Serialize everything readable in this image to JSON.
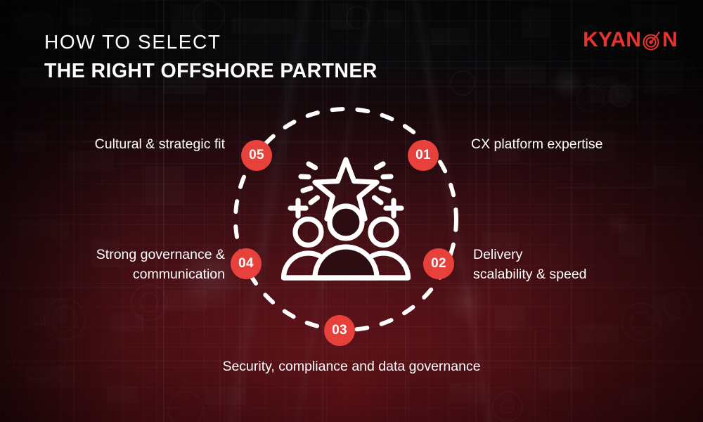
{
  "header": {
    "title_line1": "HOW TO SELECT",
    "title_line2": "THE RIGHT OFFSHORE PARTNER"
  },
  "logo": {
    "text_before": "KYAN",
    "text_after": "N",
    "full_text": "KYANON",
    "icon": "bullseye-target-arrow",
    "color": "#e8332e"
  },
  "diagram": {
    "center_icon": "team-with-star-icon",
    "circle_style": "dashed",
    "circle_color": "#ffffff",
    "badge_color": "#e8413c",
    "badge_text_color": "#ffffff",
    "items": [
      {
        "number": "01",
        "label": "CX platform expertise",
        "side": "right"
      },
      {
        "number": "02",
        "label": "Delivery\nscalability & speed",
        "side": "right"
      },
      {
        "number": "03",
        "label": "Security, compliance and data governance",
        "side": "bottom"
      },
      {
        "number": "04",
        "label": "Strong governance &\ncommunication",
        "side": "left"
      },
      {
        "number": "05",
        "label": "Cultural & strategic fit",
        "side": "left"
      }
    ]
  }
}
